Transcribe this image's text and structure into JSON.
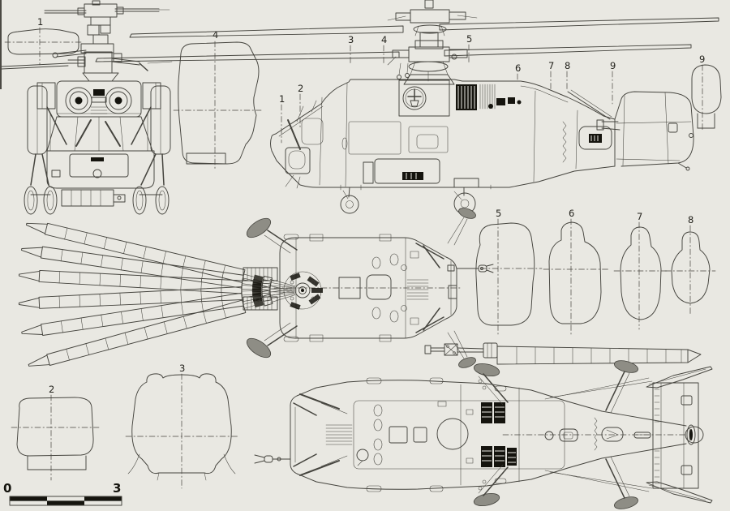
{
  "colors": {
    "paper": "#e9e8e2",
    "ink": "#45443e",
    "dark": "#15140e"
  },
  "station_callouts": {
    "c1": "1",
    "c2": "2",
    "c3": "3",
    "c4": "4",
    "c5": "5",
    "c6": "6",
    "c7": "7",
    "c8": "8",
    "c9": "9"
  },
  "section_labels": {
    "s1": "1",
    "s2": "2",
    "s3": "3",
    "s4": "4",
    "s5": "5",
    "s6": "6",
    "s7": "7",
    "s8": "8",
    "s9": "9"
  },
  "scale_bar": {
    "min": "0",
    "max": "3"
  }
}
